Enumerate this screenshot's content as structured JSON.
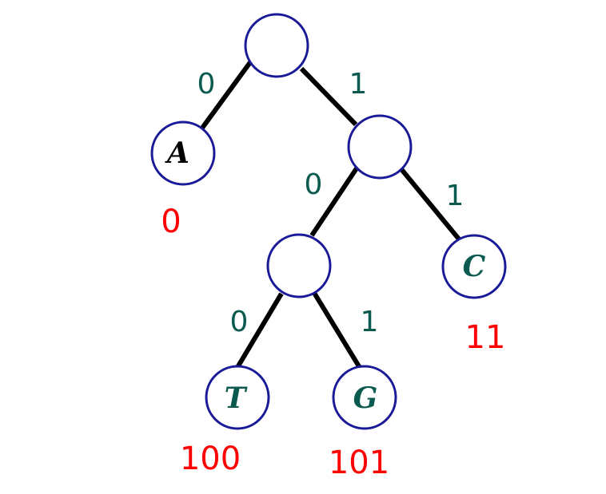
{
  "colors": {
    "node_stroke": "#1a1a99",
    "edge_label": "#0b5a50",
    "code_label": "#ff0000",
    "letter_A": "#000000",
    "letter_other": "#0b5a50"
  },
  "nodes": {
    "root": {
      "letter": ""
    },
    "a": {
      "letter": "A",
      "code": "0"
    },
    "n1": {
      "letter": ""
    },
    "n10": {
      "letter": ""
    },
    "c": {
      "letter": "C",
      "code": "11"
    },
    "t": {
      "letter": "T",
      "code": "100"
    },
    "g": {
      "letter": "G",
      "code": "101"
    }
  },
  "edges": {
    "root_a": "0",
    "root_n1": "1",
    "n1_n10": "0",
    "n1_c": "1",
    "n10_t": "0",
    "n10_g": "1"
  }
}
